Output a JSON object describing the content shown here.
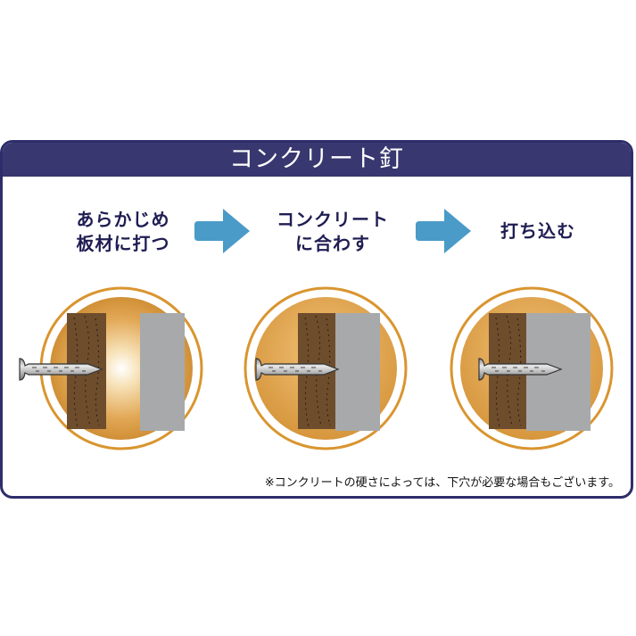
{
  "panel": {
    "title": "コンクリート釘",
    "colors": {
      "header": "#38376f",
      "border": "#2e2d6b",
      "label_text": "#1f1d52",
      "arrow": "#4a9bc7",
      "ring": "#d9952f",
      "wood": "#6b4a2b",
      "concrete": "#a8a9ab"
    }
  },
  "steps": [
    {
      "line1": "あらかじめ",
      "line2": "板材に打つ",
      "icon": "nail-in-board-icon"
    },
    {
      "line1": "コンクリート",
      "line2": "に合わす",
      "icon": "board-against-concrete-icon"
    },
    {
      "line1": "打ち込む",
      "line2": "",
      "icon": "nail-driven-into-concrete-icon"
    }
  ],
  "arrows": [
    "arrow-right-icon",
    "arrow-right-icon"
  ],
  "note": "※コンクリートの硬さによっては、下穴が必要な場合もございます。"
}
